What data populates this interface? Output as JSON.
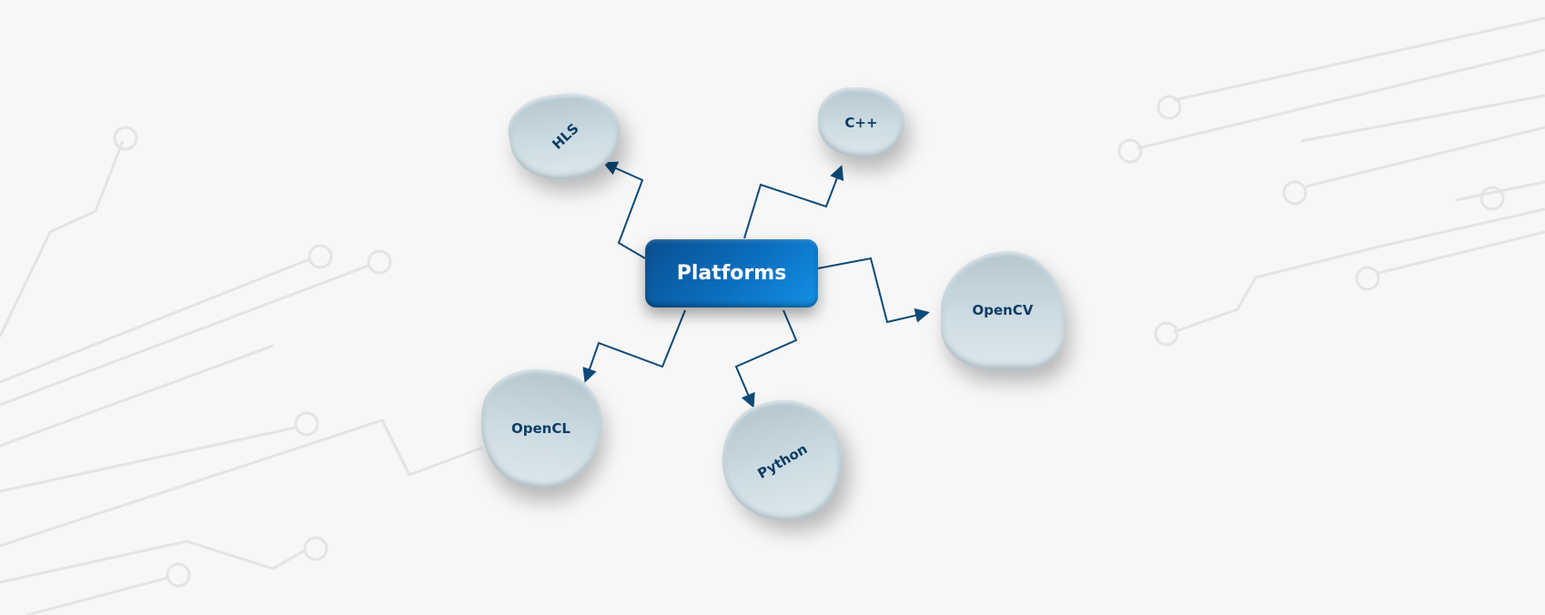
{
  "center": {
    "label": "Platforms"
  },
  "nodes": [
    {
      "id": "hls",
      "label": "HLS"
    },
    {
      "id": "cpp",
      "label": "C++"
    },
    {
      "id": "opencv",
      "label": "OpenCV"
    },
    {
      "id": "opencl",
      "label": "OpenCL"
    },
    {
      "id": "python",
      "label": "Python"
    }
  ],
  "colors": {
    "accent": "#0b6fc0",
    "arrow": "#0d4a78",
    "node_text": "#0d3d66",
    "circuit": "#e2e3e5"
  }
}
